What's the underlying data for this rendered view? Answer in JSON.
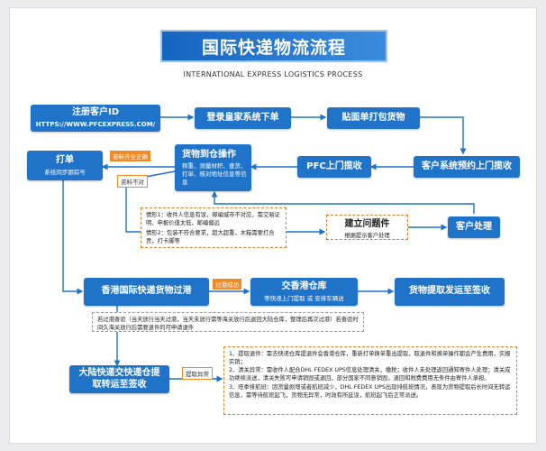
{
  "title": "国际快递物流流程",
  "subtitle": "INTERNATIONAL EXPRESS LOGISTICS PROCESS",
  "nodes": {
    "register": {
      "title": "注册客户ID",
      "sub": "HTTPS://WWW.PFCEXPRESS.COM/"
    },
    "login": {
      "title": "登录皇家系统下单"
    },
    "label": {
      "title": "贴面单打包货物"
    },
    "appointment": {
      "title": "客户系统预约上门揽收"
    },
    "pfc_pickup": {
      "title": "PFC上门揽收"
    },
    "warehouse": {
      "title": "货物到仓操作",
      "desc": "称重、测量材积、查货、打单、核对地址信息等信息"
    },
    "print": {
      "title": "打单",
      "sub": "系统同步跟踪号"
    },
    "problem": {
      "title": "建立问题件",
      "sub": "根据提示客户处理"
    },
    "customer_handle": {
      "title": "客户处理"
    },
    "hk_customs": {
      "title": "香港国际快递货物过港"
    },
    "hk_warehouse": {
      "title": "交香港仓库",
      "sub": "等快递上门提取 或 安排车辆送"
    },
    "delivery": {
      "title": "货物提取发运至签收"
    },
    "mainland": {
      "title": "大陆快递交快递仓提取转运至签收"
    }
  },
  "tags": {
    "docs_ok": "资料齐全正确",
    "docs_wrong": "资料不对",
    "customs_ok": "过港成功",
    "pickup_error": "提取异常"
  },
  "situations": {
    "s1": "情形1：收件人信息有误，邮编城市不对应，需交易证明、申报价值太低，邮编偏远",
    "s2": "情形2：包装不符合要求，超大超重，木箱需要打合贡，打卡脚等"
  },
  "customs_note": "若过港查验（当天放行当天过港，当天未放行需等海关放行后退回大陆仓库，整理后再次过港）若查验时间久海关放行后需要退件的可申请退件",
  "exceptions": [
    "1、提取退件：需去快递仓库提退件会香港仓库，重新打单换单重出提取，取退件和换单操作都会产生费用，实报实销；",
    "2、清关异常：需收件人配合DHL FEDEX UPS信息处理清关，缴税；收件人未处理返回通知寄件人处理；清关成功继续派送，清关失败可申请销毁或退回，部分国家不同意销毁，退回和税费费用无条件由寄件人承担。",
    "3、旺季排航班：因货量剧增或者航班减少，DHL FEDEX UPS出现排航班情况，表现为货物提取后长时间无转运信息，需等待航班起飞，货物无异常，时效有所延误，航班起飞后正常派送。"
  ],
  "colors": {
    "box": "#1f73c9",
    "arrow": "#1f73c9",
    "accent": "#f08a24"
  }
}
